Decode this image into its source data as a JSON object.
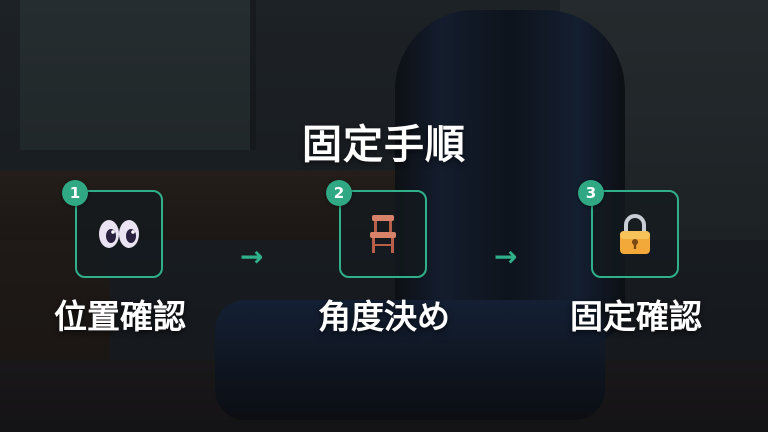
{
  "title": "固定手順",
  "steps": [
    {
      "number": "1",
      "label": "位置確認",
      "icon": "eyes-icon"
    },
    {
      "number": "2",
      "label": "角度決め",
      "icon": "chair-icon"
    },
    {
      "number": "3",
      "label": "固定確認",
      "icon": "lock-icon"
    }
  ],
  "arrow_glyph": "→",
  "colors": {
    "accent": "#2fb08a",
    "badge": "#2fa883",
    "text": "#ffffff"
  }
}
